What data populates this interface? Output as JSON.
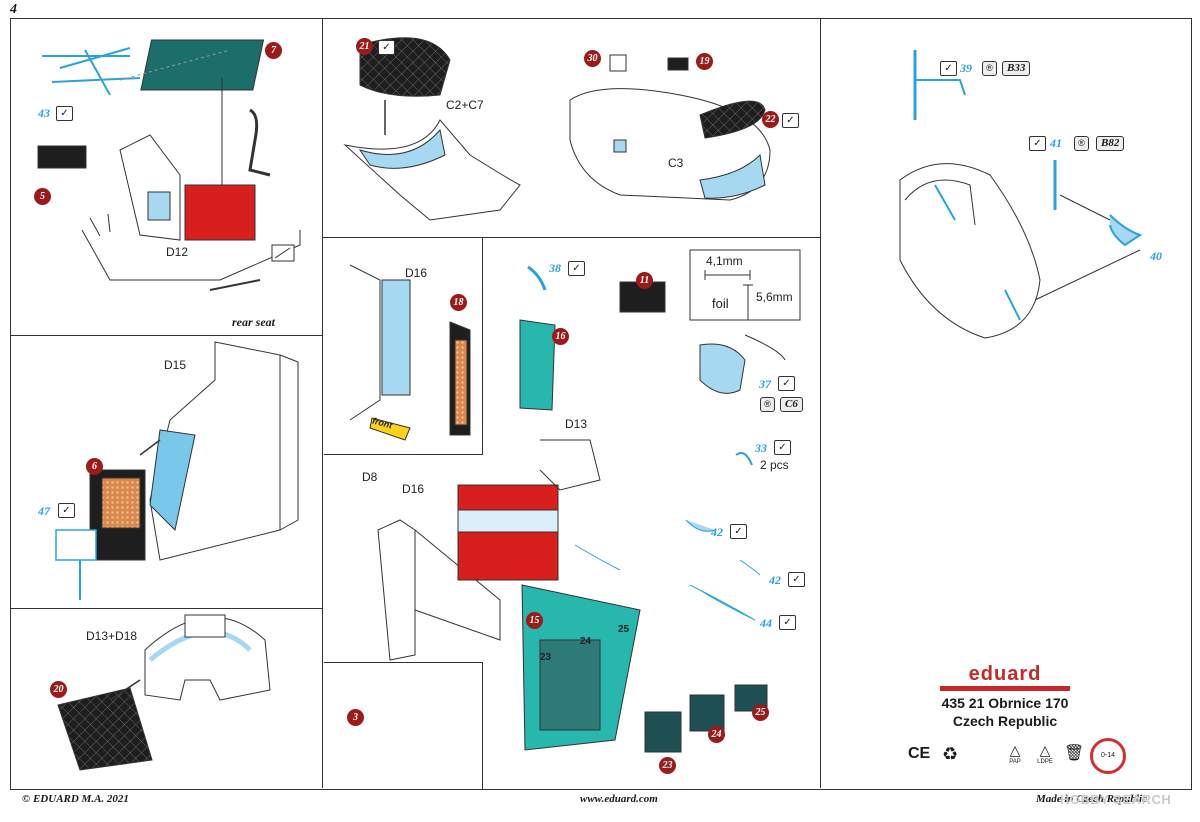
{
  "page": {
    "number": "4"
  },
  "labels": {
    "c2c7": "C2+C7",
    "c3": "C3",
    "d12": "D12",
    "d15": "D15",
    "d16_top": "D16",
    "d16_bot": "D16",
    "d13": "D13",
    "d8": "D8",
    "d13d18": "D13+D18",
    "rear_seat": "rear seat",
    "front": "front",
    "dim_w": "4,1mm",
    "dim_h": "5,6mm",
    "foil": "foil",
    "pcs": "2 pcs",
    "inst23": "23",
    "inst24": "24",
    "inst25": "25"
  },
  "red_parts": {
    "p7": "7",
    "p5": "5",
    "p21": "21",
    "p30": "30",
    "p19": "19",
    "p22": "22",
    "p18": "18",
    "p6": "6",
    "p20": "20",
    "p3": "3",
    "p11": "11",
    "p16": "16",
    "p15": "15",
    "p23": "23",
    "p24": "24",
    "p25": "25"
  },
  "blue_parts": {
    "p43": "43",
    "p47": "47",
    "p38": "38",
    "p37": "37",
    "p33": "33",
    "p42a": "42",
    "p42b": "42",
    "p44": "44",
    "p39": "39",
    "p41": "41",
    "p40": "40"
  },
  "check": "✓",
  "refs": {
    "b33": "B33",
    "b82": "B82",
    "c6": "C6"
  },
  "rsym": "®",
  "product": {
    "brand": "eduard",
    "line1": "435 21 Obrnice 170",
    "line2": "Czech Republic"
  },
  "symbols": {
    "ce": "CE",
    "recycle": "♻",
    "pap": "PAP",
    "ldpe": "LDPE",
    "bin": "🗑",
    "age": "0-14"
  },
  "footer": {
    "copyright": "© EDUARD  M.A. 2021",
    "website": "www.eduard.com",
    "made_in": "Made in Czech Republic"
  },
  "watermark": "HOBBY SEARCH",
  "colors": {
    "red": "#9b1b1b",
    "blue": "#2aa3dc",
    "paint_red": "#d91e1e",
    "light_blue": "#a7d8f2",
    "teal": "#27b7ad"
  }
}
